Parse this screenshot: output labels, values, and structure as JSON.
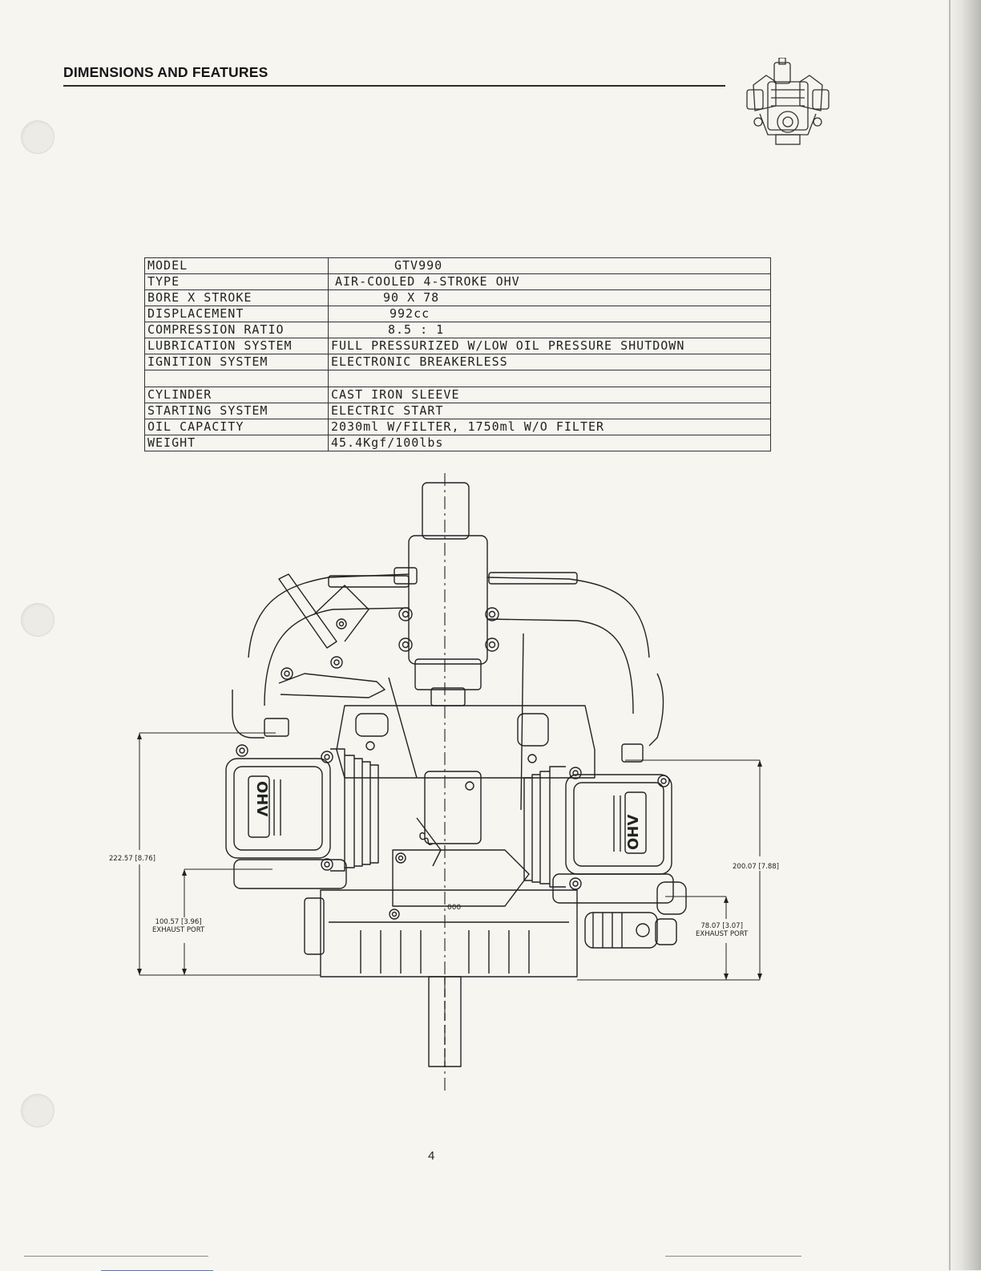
{
  "header": {
    "title": "DIMENSIONS AND FEATURES"
  },
  "specs": [
    {
      "label": "MODEL",
      "value": "GTV990",
      "centered": true
    },
    {
      "label": "TYPE",
      "value": "AIR-COOLED 4-STROKE OHV",
      "centered": true
    },
    {
      "label": "BORE X STROKE",
      "value": "90 X 78",
      "centered": true
    },
    {
      "label": "DISPLACEMENT",
      "value": "992cc",
      "centered": true
    },
    {
      "label": "COMPRESSION RATIO",
      "value": "8.5 : 1",
      "centered": true
    },
    {
      "label": "LUBRICATION SYSTEM",
      "value": "FULL PRESSURIZED W/LOW OIL PRESSURE SHUTDOWN",
      "centered": false
    },
    {
      "label": "IGNITION SYSTEM",
      "value": "ELECTRONIC BREAKERLESS",
      "centered": false
    },
    {
      "label": "",
      "value": "",
      "centered": false
    },
    {
      "label": "CYLINDER",
      "value": "CAST IRON SLEEVE",
      "centered": false
    },
    {
      "label": "STARTING SYSTEM",
      "value": "ELECTRIC START",
      "centered": false
    },
    {
      "label": "OIL CAPACITY",
      "value": "2030ml W/FILTER, 1750ml W/O FILTER",
      "centered": false
    },
    {
      "label": "WEIGHT",
      "value": "45.4Kgf/100lbs",
      "centered": false
    }
  ],
  "drawing": {
    "valve_cover_mark": "OHV",
    "dim_left_overall": "222.57 [8.76]",
    "dim_left_exhaust_value": "100.57 [3.96]",
    "dim_left_exhaust_caption": "EXHAUST PORT",
    "dim_right_overall": "200.07 [7.88]",
    "dim_right_exhaust_value": "78.07 [3.07]",
    "dim_right_exhaust_caption": "EXHAUST PORT",
    "part_mark": "000"
  },
  "footer": {
    "page_number": "4"
  }
}
